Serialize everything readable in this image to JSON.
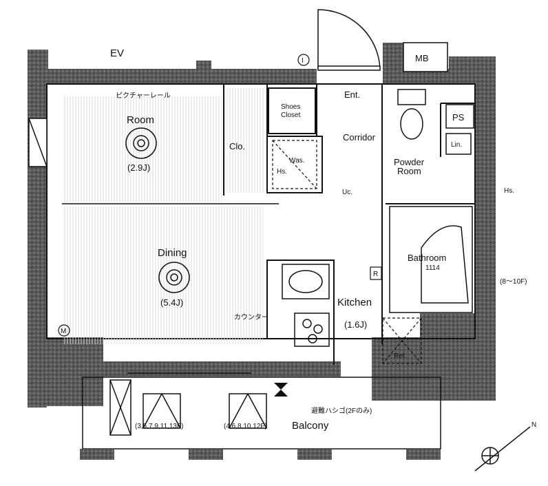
{
  "labels": {
    "ev": "EV",
    "mb": "MB",
    "ps": "PS",
    "ent": "Ent.",
    "shoes_closet_line1": "Shoes",
    "shoes_closet_line2": "Closet",
    "corridor": "Corridor",
    "powder_room_line1": "Powder",
    "powder_room_line2": "Room",
    "lin": "Lin.",
    "hs_right": "Hs.",
    "hs_small": "Hs.",
    "was": "Was.",
    "uc": "Uc.",
    "clo": "Clo.",
    "picture_rail": "ピクチャーレール",
    "room": "Room",
    "room_size": "(2.9J)",
    "dining": "Dining",
    "dining_size": "(5.4J)",
    "counter": "カウンター",
    "kitchen": "Kitchen",
    "kitchen_size": "(1.6J)",
    "r_marker": "R",
    "ref": "Ref.",
    "bathroom": "Bathroom",
    "bathroom_size": "1114",
    "floors_bath": "(8～10F)",
    "balcony": "Balcony",
    "escape_ladder": "避難ハシゴ(2Fのみ)",
    "floors_left": "(3,5,7,9,11,13F)",
    "floors_right": "(4,6,8,10,12F)",
    "compass_n": "N",
    "marker_i": "I",
    "marker_m": "M"
  }
}
